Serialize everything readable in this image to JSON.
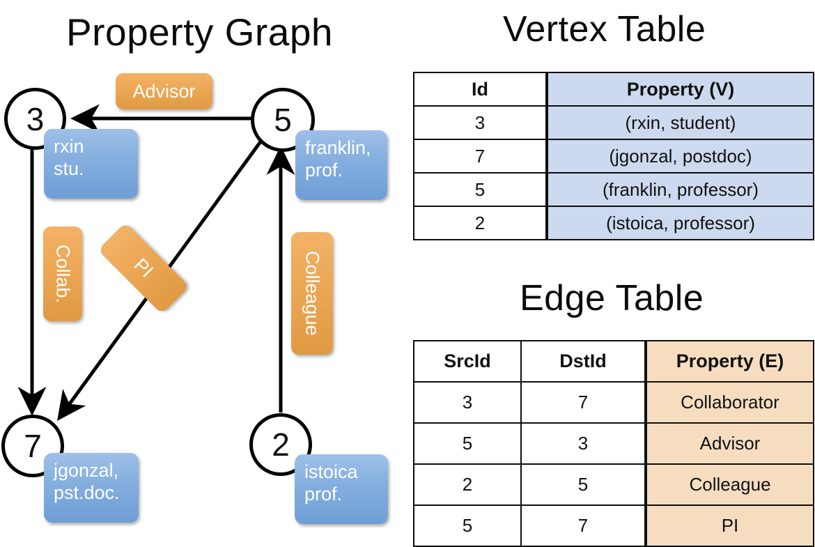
{
  "titles": {
    "property_graph": "Property Graph",
    "vertex_table": "Vertex Table",
    "edge_table": "Edge Table"
  },
  "graph": {
    "nodes": [
      {
        "id": "3",
        "property": "rxin\nstu."
      },
      {
        "id": "5",
        "property": "franklin,\nprof."
      },
      {
        "id": "7",
        "property": "jgonzal,\npst.doc."
      },
      {
        "id": "2",
        "property": "istoica\nprof."
      }
    ],
    "node_labels": {
      "n3": "3",
      "n5": "5",
      "n7": "7",
      "n2": "2"
    },
    "property_labels": {
      "p3_line1": "rxin",
      "p3_line2": "stu.",
      "p5_line1": "franklin,",
      "p5_line2": "prof.",
      "p7_line1": "jgonzal,",
      "p7_line2": "pst.doc.",
      "p2_line1": "istoica",
      "p2_line2": "prof."
    },
    "edge_labels": {
      "advisor": "Advisor",
      "collab": "Collab.",
      "pi": "PI",
      "colleague": "Colleague"
    },
    "edges": [
      {
        "from": "5",
        "to": "3",
        "label": "Advisor"
      },
      {
        "from": "3",
        "to": "7",
        "label": "Collab."
      },
      {
        "from": "5",
        "to": "7",
        "label": "PI"
      },
      {
        "from": "2",
        "to": "5",
        "label": "Colleague"
      }
    ]
  },
  "vertex_table": {
    "headers": [
      "Id",
      "Property (V)"
    ],
    "rows": [
      {
        "id": "3",
        "property": "(rxin, student)"
      },
      {
        "id": "7",
        "property": "(jgonzal, postdoc)"
      },
      {
        "id": "5",
        "property": "(franklin, professor)"
      },
      {
        "id": "2",
        "property": "(istoica, professor)"
      }
    ]
  },
  "edge_table": {
    "headers": [
      "SrcId",
      "DstId",
      "Property (E)"
    ],
    "rows": [
      {
        "src": "3",
        "dst": "7",
        "property": "Collaborator"
      },
      {
        "src": "5",
        "dst": "3",
        "property": "Advisor"
      },
      {
        "src": "2",
        "dst": "5",
        "property": "Colleague"
      },
      {
        "src": "5",
        "dst": "7",
        "property": "PI"
      }
    ]
  },
  "colors": {
    "vertex_property_fill": "#ccd9ee",
    "edge_property_fill": "#f7ddc0",
    "node_property_box": "#84aede",
    "edge_label_box": "#eca755",
    "stroke": "#000000"
  }
}
